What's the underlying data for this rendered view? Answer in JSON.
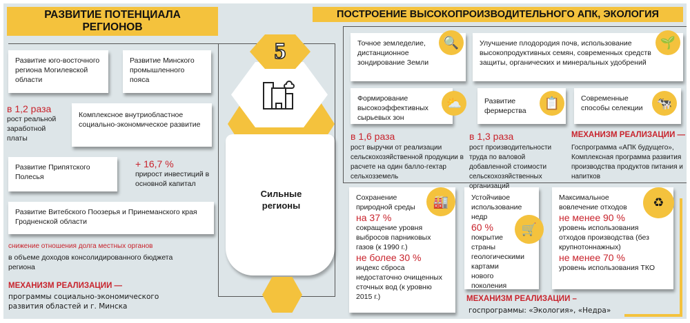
{
  "left": {
    "title_line1": "РАЗВИТИЕ ПОТЕНЦИАЛА",
    "title_line2": "РЕГИОНОВ",
    "box_mogilev": "Развитие юго-восточного региона Могилевской области",
    "box_minsk": "Развитие Минского промышленного пояса",
    "stat1_value": "в 1,2 раза",
    "stat1_text": "рост реальной заработной платы",
    "box_complex": "Комплексное внутриобластное социально-экономическое развитие",
    "box_pripyat": "Развитие Припятского Полесья",
    "stat2_value": "+ 16,7 %",
    "stat2_text": "прирост инвестиций в основной капитал",
    "box_vitebsk": "Развитие Витебского Поозерья и Принеманского края Гродненской области",
    "debt_red": "снижение отношения долга местных органов",
    "debt_text": "в объеме доходов консолидированного бюджета региона",
    "mechanism_label": "МЕХАНИЗМ РЕАЛИЗАЦИИ —",
    "mechanism_text": "программы социально-экономического развития областей и г. Минска"
  },
  "center": {
    "number": "5",
    "title": "Сильные регионы",
    "icon": "buildings-icon"
  },
  "right": {
    "title": "ПОСТРОЕНИЕ ВЫСОКОПРОИЗВОДИТЕЛЬНОГО АПК, ЭКОЛОГИЯ",
    "box_precision": "Точное земледелие, дистанционное зондирование Земли",
    "box_soil": "Улучшение плодородия почв, использование высокопродуктивных семян, современных средств защиты, органических и минеральных удобрений",
    "box_zones": "Формирование высокоэффективных сырьевых зон",
    "box_farming": "Развитие фермерства",
    "box_selection": "Современные способы селекции",
    "stat1_value": "в 1,6 раза",
    "stat1_text": "рост выручки от реализации сельскохозяйственной продукции в расчете на один балло-гектар сельхозземель",
    "stat2_value": "в 1,3 раза",
    "stat2_text": "рост производительности труда по валовой добавленной стоимости сельскохозяйственных организаций",
    "mech1_label": "МЕХАНИЗМ РЕАЛИЗАЦИИ —",
    "mech1_text": "Госпрограмма «АПК будущего», Комплексная программа развития производства продуктов питания и напитков",
    "eco_title": "Сохранение природной среды",
    "eco_v1": "на 37 %",
    "eco_t1": "сокращение уровня выбросов парниковых газов (к 1990 г.)",
    "eco_v2": "не более 30 %",
    "eco_t2": "индекс сброса недостаточно очищенных сточных вод (к уровню 2015 г.)",
    "nedra_title": "Устойчивое использование недр",
    "nedra_v": "60 %",
    "nedra_t": "покрытие страны геологическими картами нового поколения",
    "waste_title": "Максимальное вовлечение отходов",
    "waste_v1": "не менее 90 %",
    "waste_t1": "уровень использования отходов производства (без крупнотоннажных)",
    "waste_v2": "не менее 70 %",
    "waste_t2": "уровень использования ТКО",
    "mech2_label": "МЕХАНИЗМ РЕАЛИЗАЦИИ –",
    "mech2_text": "госпрограммы: «Экология», «Недра»"
  },
  "colors": {
    "accent": "#f4c23d",
    "red": "#c8232c",
    "background": "#dde5e8"
  }
}
